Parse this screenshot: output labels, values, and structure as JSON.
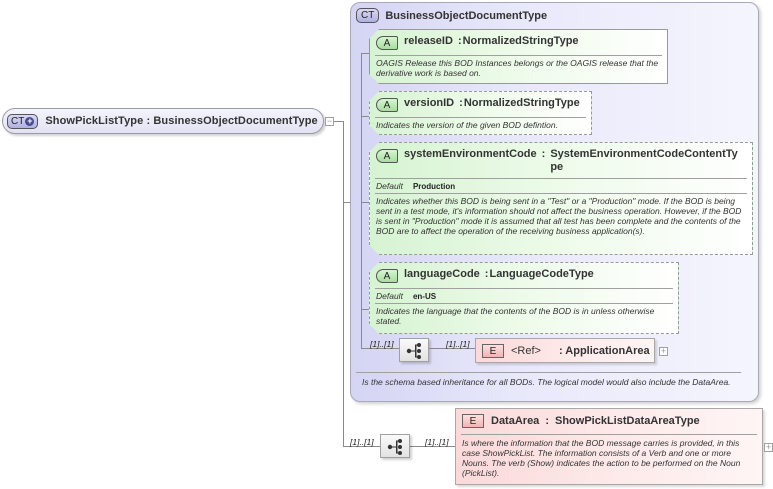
{
  "root": {
    "badge": "CT",
    "title": "ShowPickListType : BusinessObjectDocumentType",
    "expander": "−"
  },
  "base_type": {
    "badge": "CT",
    "title": "BusinessObjectDocumentType",
    "documentation": "Is the schema based inheritance for all BODs. The logical model would also include the DataArea.",
    "attributes": [
      {
        "badge": "A",
        "name": "releaseID",
        "type": "NormalizedStringType",
        "documentation": "OAGIS Release this BOD Instances belongs or the OAGIS release that the derivative work is based on.",
        "border": "solid"
      },
      {
        "badge": "A",
        "name": "versionID",
        "type": "NormalizedStringType",
        "documentation": "Indicates the version of the given BOD defintion.",
        "border": "dashed"
      },
      {
        "badge": "A",
        "name": "systemEnvironmentCode",
        "type": "SystemEnvironmentCodeContentTy pe",
        "default_label": "Default",
        "default_value": "Production",
        "documentation": "Indicates whether this BOD is being sent in a \"Test\" or a \"Production\" mode. If the BOD is being sent in a test mode, it's information should not affect the business operation. However, if the BOD is sent in \"Production\" mode it is assumed that all test has been complete and the contents of the BOD are to affect the operation of the receiving business application(s).",
        "border": "dashed"
      },
      {
        "badge": "A",
        "name": "languageCode",
        "type": "LanguageCodeType",
        "default_label": "Default",
        "default_value": "en-US",
        "documentation": "Indicates the language that the contents of the BOD is in unless otherwise stated.",
        "border": "dashed"
      }
    ],
    "sequence": {
      "cardinality": "[1]..[1]",
      "child_cardinality": "[1]..[1]",
      "element": {
        "badge": "E",
        "name": "<Ref>",
        "type": ": ApplicationArea",
        "expander": "+"
      }
    }
  },
  "sequence": {
    "cardinality": "[1]..[1]",
    "child_cardinality": "[1]..[1]",
    "element": {
      "badge": "E",
      "name": "DataArea",
      "sep": ":",
      "type": "ShowPickListDataAreaType",
      "documentation": "Is where the information that the BOD message carries is provided, in this case ShowPickList. The information consists of a Verb and one or more Nouns. The verb (Show) indicates the action to be performed on the Noun (PickList).",
      "expander": "+"
    }
  },
  "colors": {
    "complex_type_bg": "#e2e2f8",
    "attribute_bg": "#e4f7e0",
    "element_bg": "#fde2e2",
    "line": "#8a8a8a"
  }
}
